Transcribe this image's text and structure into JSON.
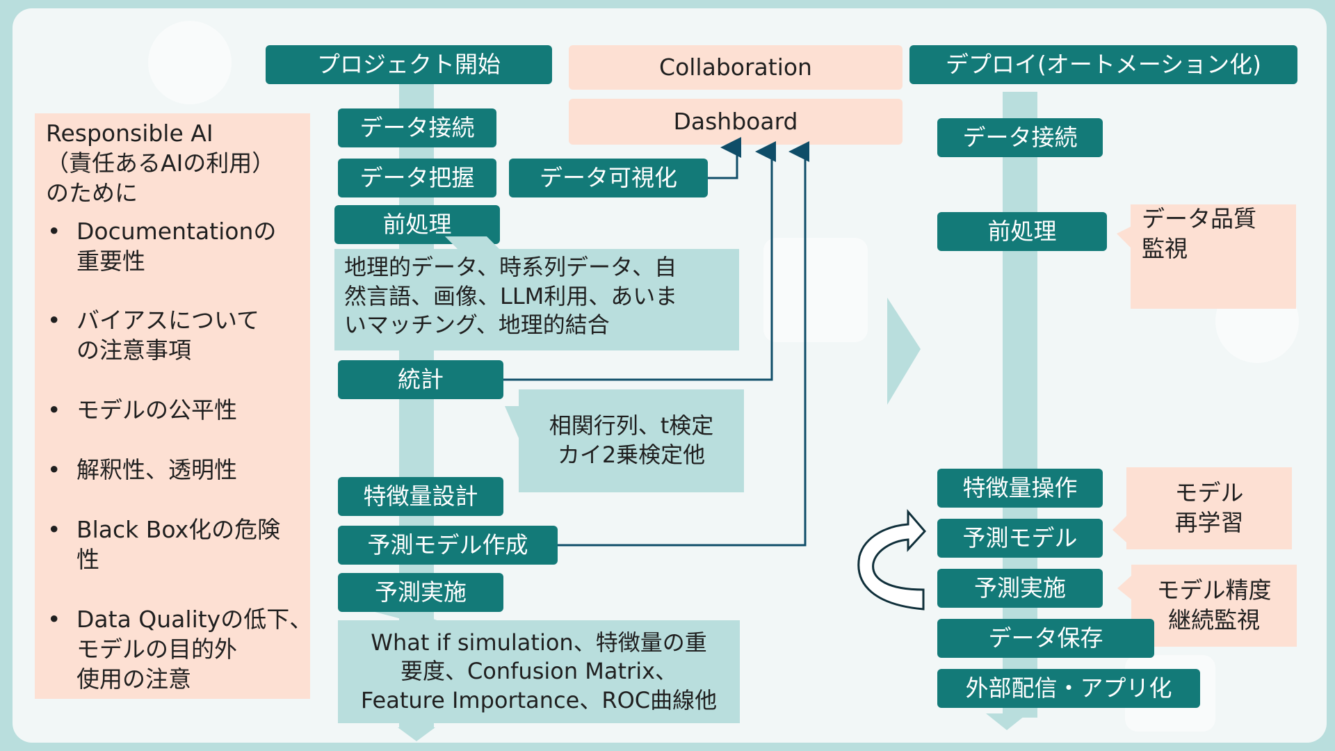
{
  "header": {
    "start": "プロジェクト開始",
    "collaboration": "Collaboration",
    "deploy": "デプロイ(オートメーション化)"
  },
  "dashboard": "Dashboard",
  "left_panel": {
    "title_line1": "Responsible AI",
    "title_line2": "（責任あるAIの利用）",
    "title_line3": "のために",
    "items": [
      {
        "line1": "Documentationの",
        "line2": "重要性"
      },
      {
        "line1": "バイアスについて",
        "line2": "の注意事項"
      },
      {
        "line1": "モデルの公平性",
        "line2": ""
      },
      {
        "line1": "解釈性、透明性",
        "line2": ""
      },
      {
        "line1": "Black Box化の危険",
        "line2": "性"
      },
      {
        "line1": "Data Qualityの低下、",
        "line2": "モデルの目的外",
        "line3": "使用の注意"
      }
    ]
  },
  "dev_flow": {
    "data_connect": "データ接続",
    "data_grasp": "データ把握",
    "data_viz": "データ可視化",
    "preprocess": "前処理",
    "preprocess_note": [
      "地理的データ、時系列データ、自",
      "然言語、画像、LLM利用、あいま",
      "いマッチング、地理的結合"
    ],
    "stats": "統計",
    "stats_note": [
      "相関行列、t検定",
      "カイ2乗検定他"
    ],
    "feature_design": "特徴量設計",
    "model_build": "予測モデル作成",
    "predict": "予測実施",
    "predict_note": [
      "What if simulation、特徴量の重",
      "要度、Confusion Matrix、",
      "Feature Importance、ROC曲線他"
    ]
  },
  "deploy_flow": {
    "data_connect": "データ接続",
    "preprocess": "前処理",
    "quality_note": [
      "データ品質",
      "監視"
    ],
    "feature_op": "特徴量操作",
    "model": "予測モデル",
    "retrain_note": [
      "モデル",
      "再学習"
    ],
    "predict": "予測実施",
    "accuracy_note": [
      "モデル精度",
      "継続監視"
    ],
    "save": "データ保存",
    "external": "外部配信・アプリ化"
  },
  "colors": {
    "teal": "#137a78",
    "light_teal": "#b9dedd",
    "peach": "#fde0d3",
    "connector": "#0f4d68",
    "background": "#f2f7f7"
  }
}
